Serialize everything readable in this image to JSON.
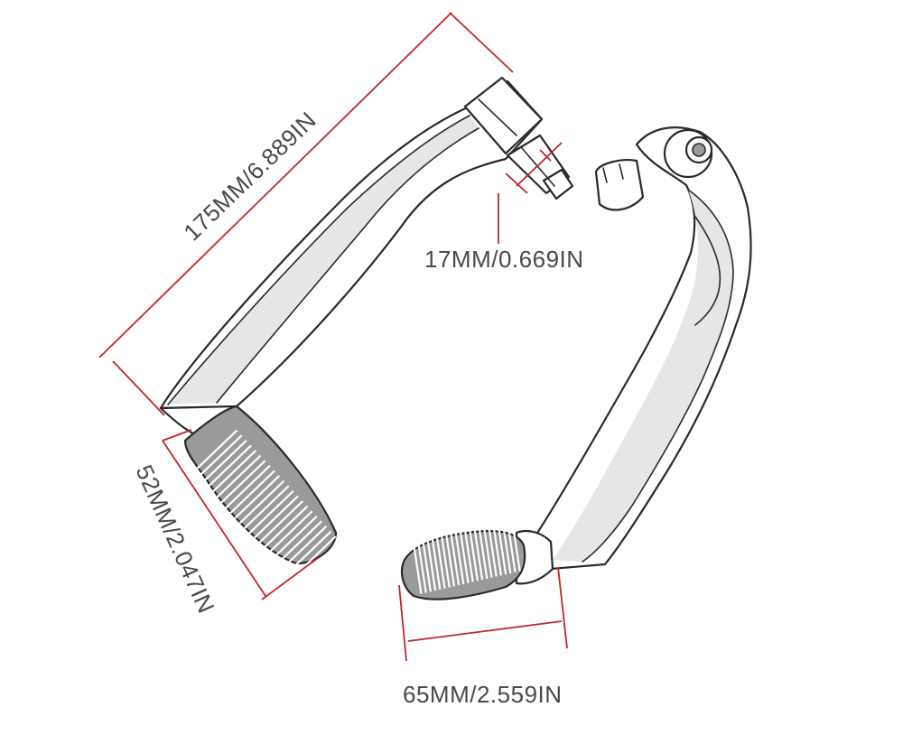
{
  "dimensions": {
    "length": "175MM/6.889IN",
    "bore": "17MM/0.669IN",
    "grip_width": "52MM/2.047IN",
    "grip_length": "65MM/2.559IN"
  },
  "colors": {
    "dimension_line": "#c0262a",
    "outline": "#2a2a2a",
    "grip_fill": "#9a9a9a",
    "label_text": "#4a4a4a"
  }
}
